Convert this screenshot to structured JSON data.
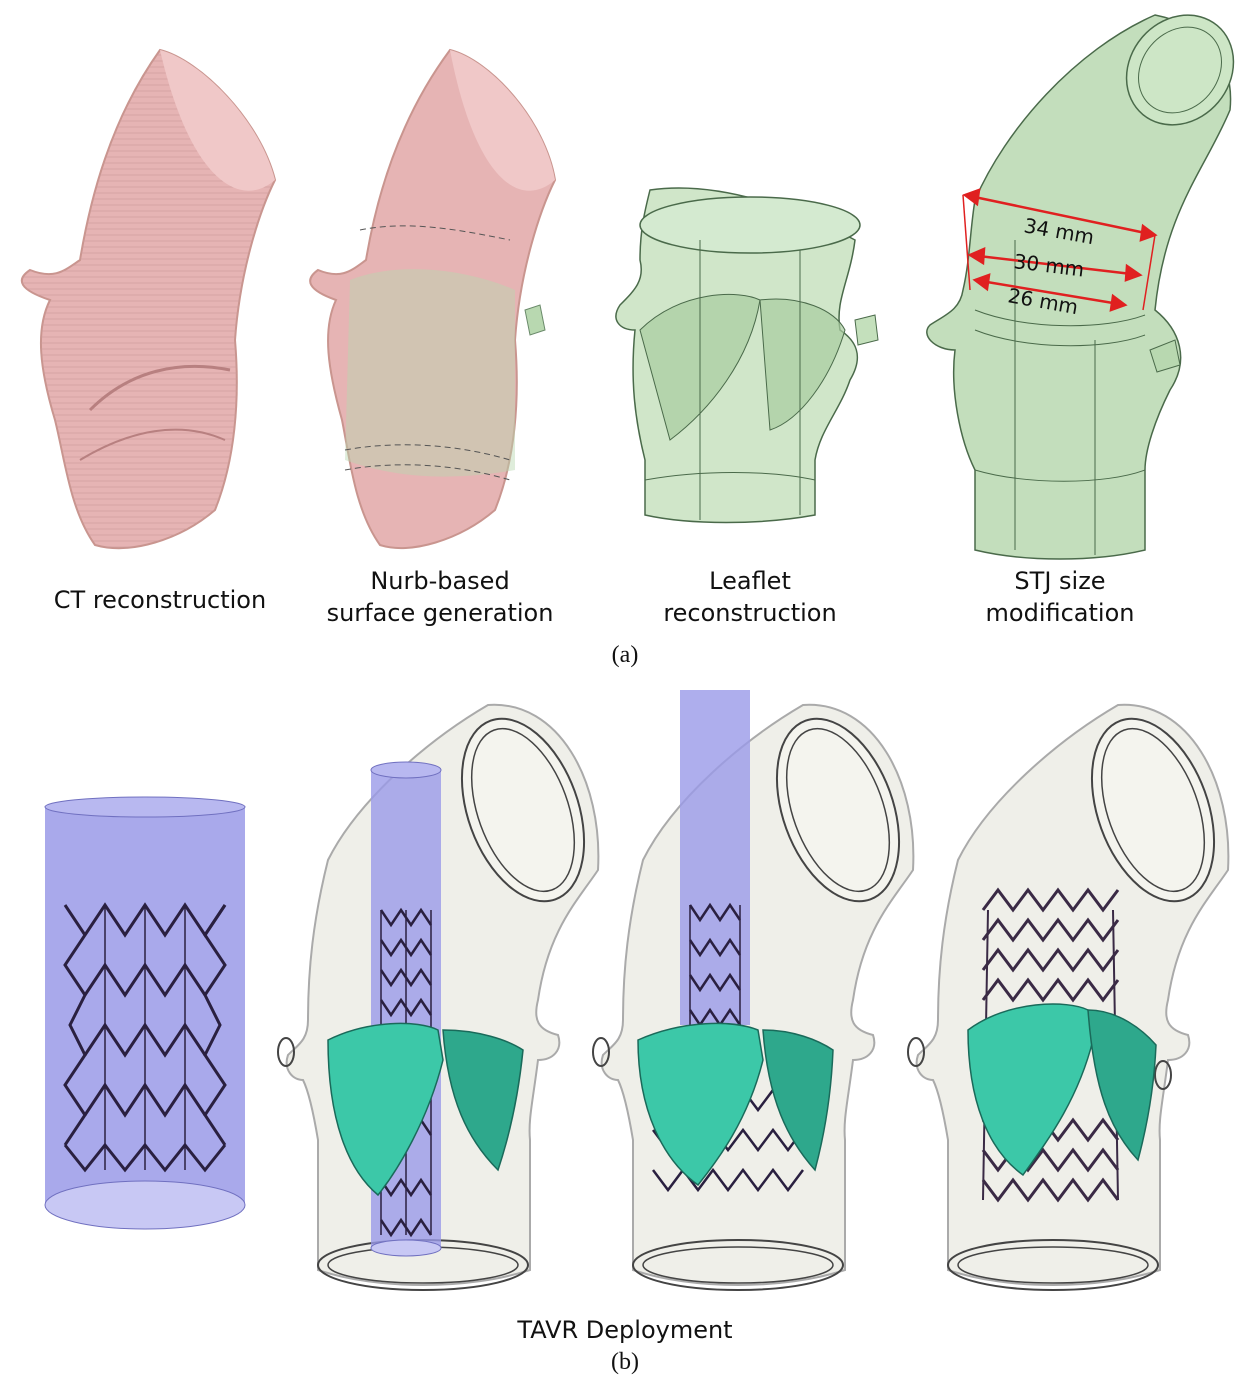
{
  "figure_a": {
    "captions": [
      [
        "CT reconstruction"
      ],
      [
        "Nurb-based",
        "surface generation"
      ],
      [
        "Leaflet",
        "reconstruction"
      ],
      [
        "STJ size",
        "modification"
      ]
    ],
    "measurements": [
      "34 mm",
      "30 mm",
      "26 mm"
    ],
    "label": "(a)"
  },
  "figure_b": {
    "caption": "TAVR Deployment",
    "label": "(b)"
  },
  "colors": {
    "ct_pink": "#e6b4b4",
    "surface_green": "#b8d8b0",
    "sheath_blue": "#9a9ae8",
    "leaflet_teal": "#3cc8a8",
    "stent_dark": "#2a2040",
    "arrow_red": "#e02020"
  }
}
